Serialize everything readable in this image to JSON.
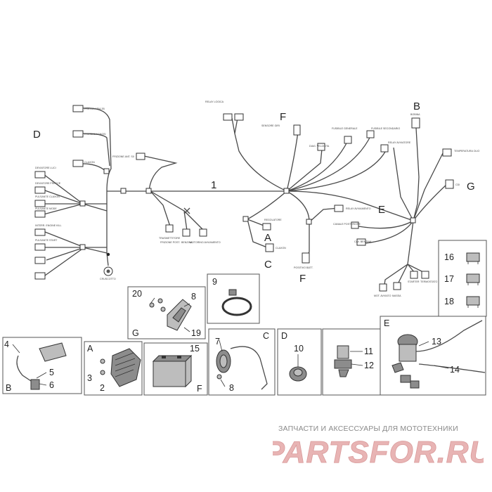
{
  "harness_labels": {
    "l1": "PRESSA ARIA 2B",
    "l2": "PRESA DIAGNOSI",
    "l3": "CLAXON",
    "l4": "DEVIATORE LUCI",
    "l5": "DEVIATORE FRECCE",
    "l6": "PULSANTE CLAXON",
    "l7": "PULSANTE MODE",
    "l8": "INTERR. ENGINE KILL",
    "l9": "PULSANTE START",
    "l10": "FRIZIONE ANT. SX",
    "l11": "TRASMETTITORE",
    "l12": "BENZINA",
    "l13": "RELAY LOGICA",
    "l14": "SENSORE GIRI",
    "l15": "FUSIBILE GENERALE",
    "l16": "FUSIBILE SECONDARIO",
    "l17": "DIAG. VELOCITA",
    "l18": "RELAY AVVIAMENTO",
    "l19": "RELAY AVVIATORE",
    "l20": "CANALE POSTERIORE",
    "l21": "REGOLATORE",
    "l22": "CLAXON",
    "l23": "POSITIVO BATT.",
    "l24": "CAV. BENZINA",
    "l25": "MOTORINO AVVIAMENTO",
    "l26": "BOBINA",
    "l27": "TEMPERATURA OLIO",
    "l28": "CDI",
    "l29": "MOT. AVVIATO",
    "l30": "MASSA",
    "l31": "STARTER",
    "l32": "TERMOSTATO",
    "l33": "FRIZIONE POST.",
    "l34": "CRUSCOTTO"
  },
  "callouts": {
    "main_wire": "1",
    "a_mid": "A",
    "c_mid": "C",
    "d_top": "D",
    "f_top": "F",
    "f_low": "F",
    "b_right": "B",
    "e_right": "E",
    "g_right": "G",
    "fuse_16": "16",
    "fuse_17": "17",
    "fuse_18": "18",
    "clamp_9": "9",
    "g_20": "20",
    "g_8": "8",
    "g_19": "19",
    "g_box": "G",
    "b_4": "4",
    "b_5": "5",
    "b_6": "6",
    "b_box": "B",
    "a_box": "A",
    "a_3": "3",
    "a_2": "2",
    "p_15": "15",
    "f_box": "F",
    "c_box": "C",
    "c_7": "7",
    "c_8": "8",
    "d_box": "D",
    "d_10": "10",
    "p_11": "11",
    "p_12": "12",
    "e_box": "E",
    "e_13": "13",
    "e_14": "14"
  },
  "footer": {
    "caption": "ЗАПЧАСТИ И АКСЕССУАРЫ ДЛЯ МОТОТЕХНИКИ",
    "logo_text": "PARTSFOR.RU"
  },
  "colors": {
    "line": "#4a4a4a",
    "logo_red": "#e8b4b4",
    "caption_gray": "#8a8a8a"
  }
}
